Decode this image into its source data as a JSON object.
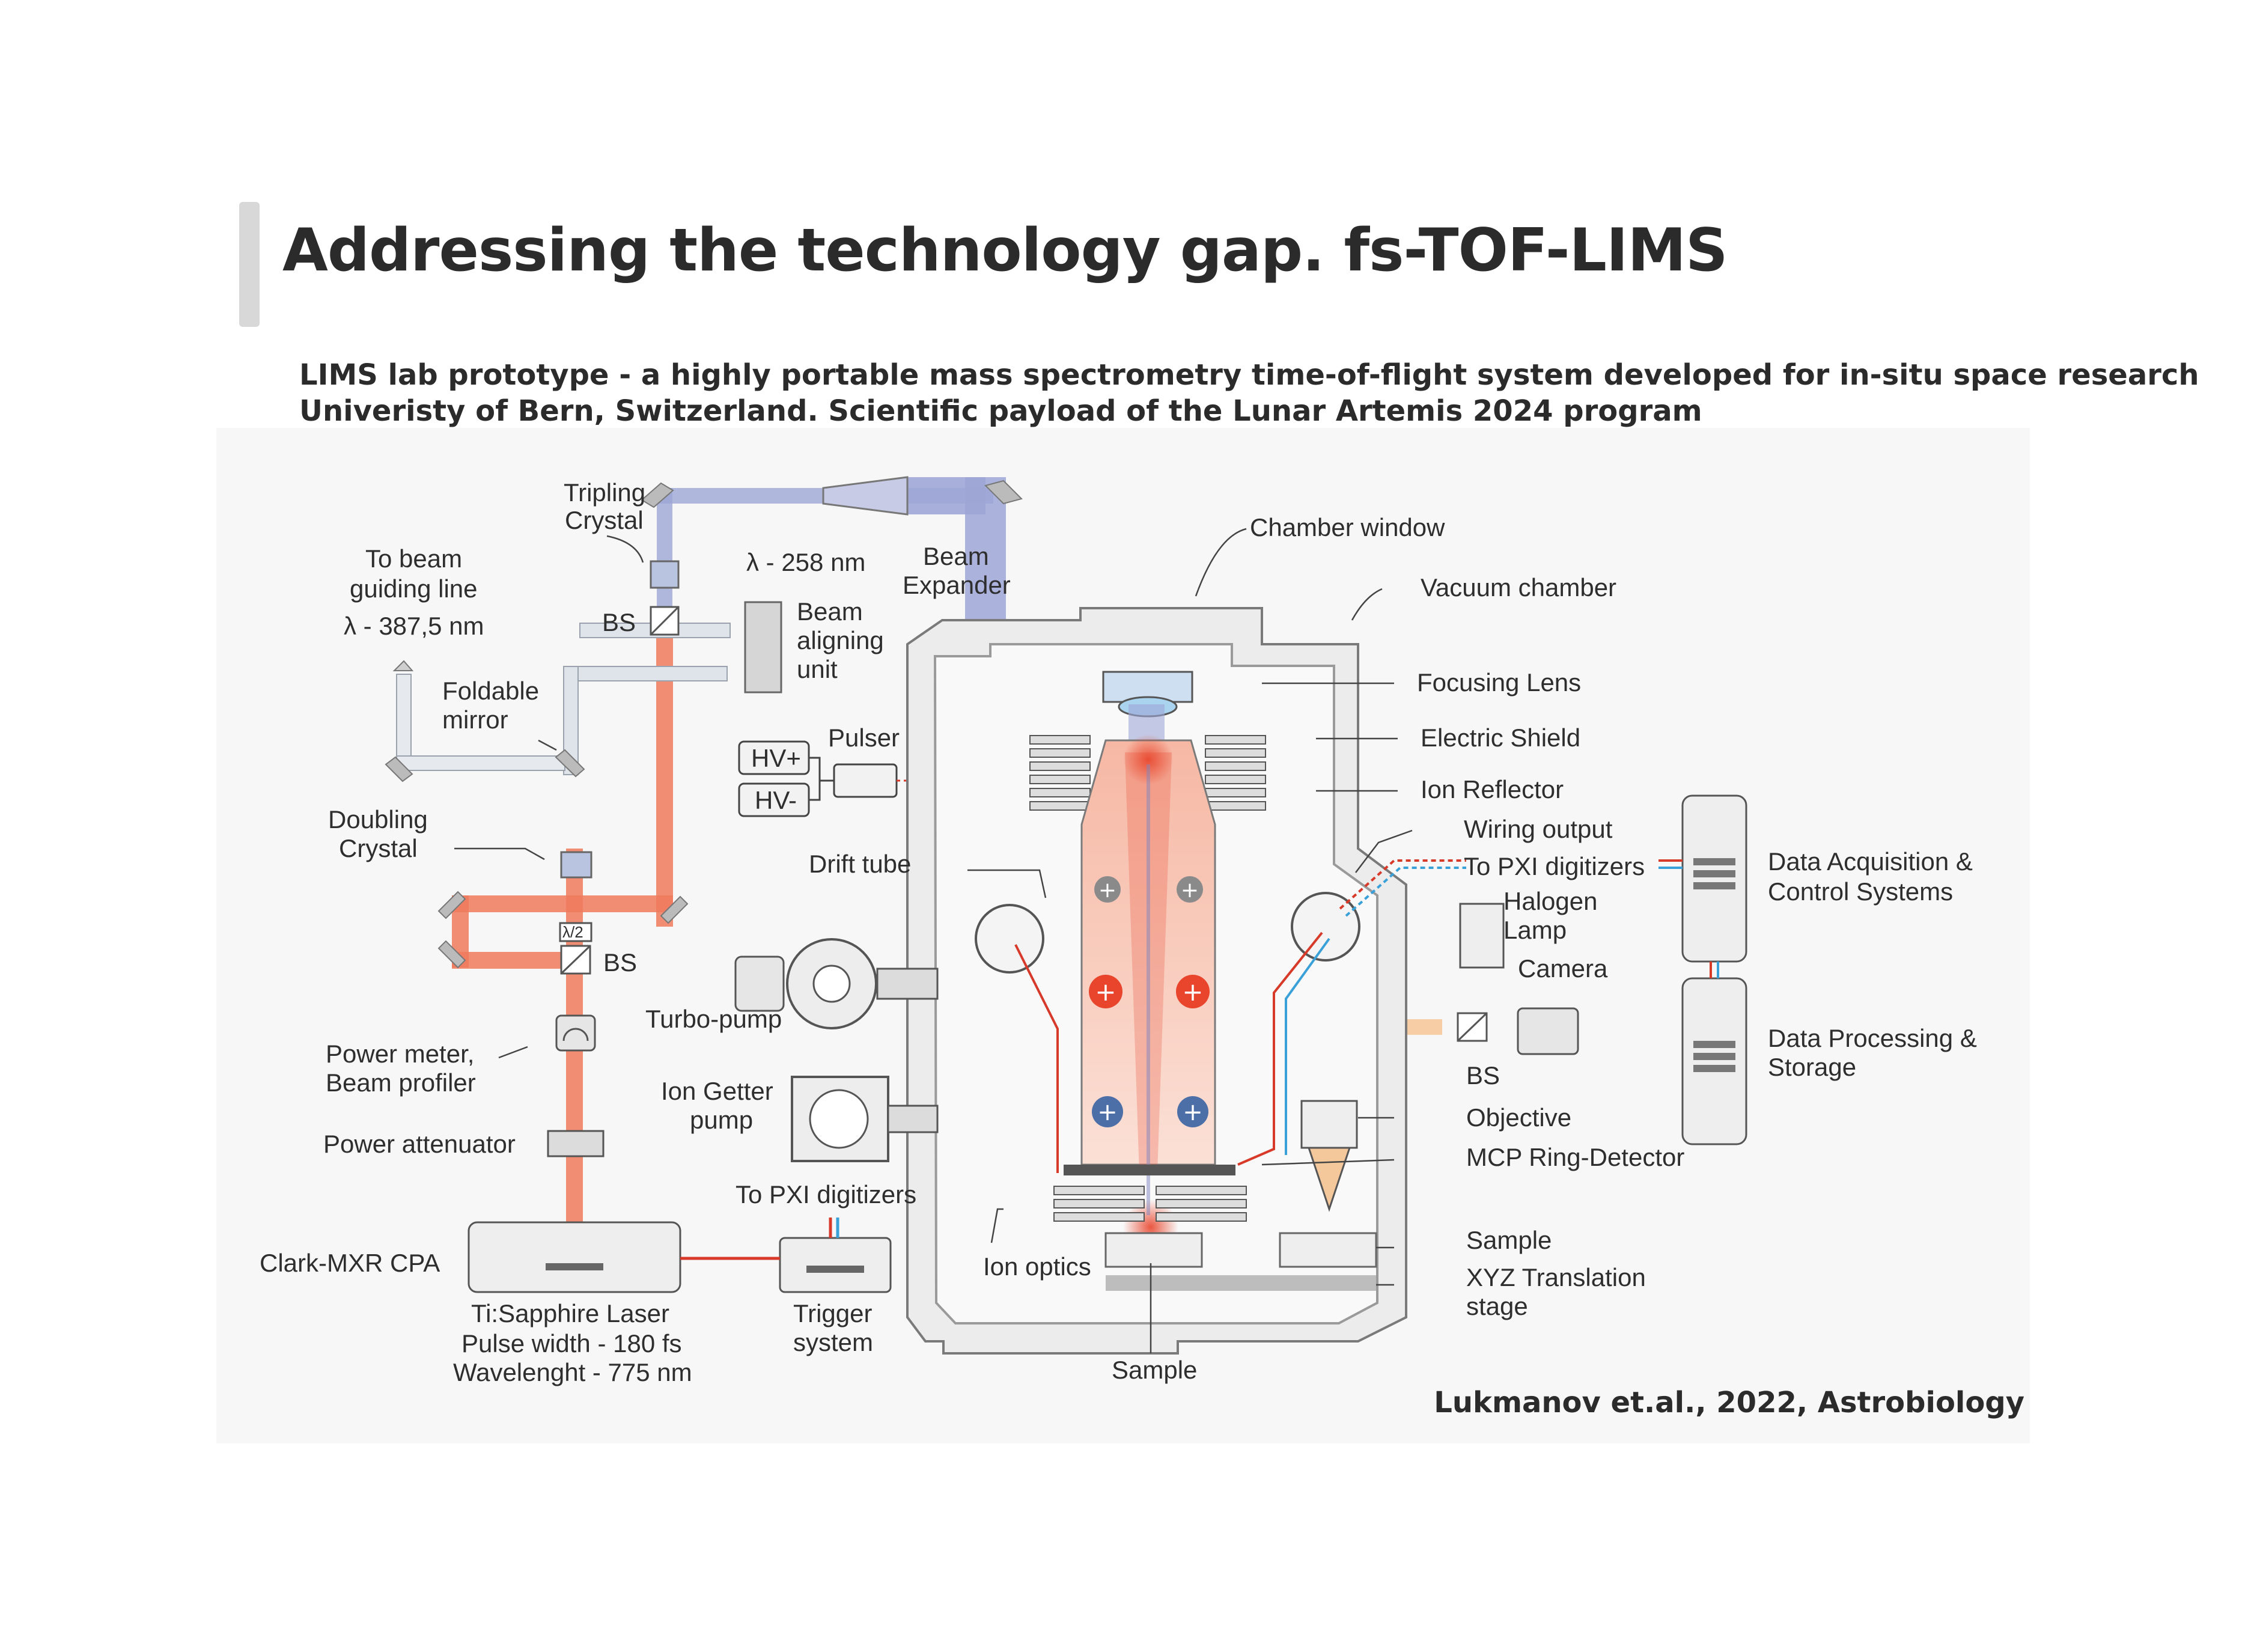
{
  "slide": {
    "title": "Addressing the technology gap. fs-TOF-LIMS",
    "subtitle_line1": "LIMS lab prototype - a highly portable mass spectrometry time-of-flight system developed for in-situ space research",
    "subtitle_line2": "Univeristy of Bern, Switzerland. Scientific payload of the Lunar Artemis 2024 program",
    "citation": "Lukmanov et.al., 2022, Astrobiology"
  },
  "colors": {
    "laser_red": "#f07a5c",
    "uv_beam": "#9ea6d6",
    "chamber_gray": "#d4d4d4",
    "ion_red": "#e8452c",
    "ion_blue": "#4d6fa8",
    "signal_blue": "#3aa0d8"
  },
  "diagram": {
    "labels": {
      "tripling_crystal_1": "Tripling",
      "tripling_crystal_2": "Crystal",
      "to_beam_1": "To beam",
      "to_beam_2": "guiding line",
      "lambda_387": "λ - 387,5 nm",
      "bs_top": "BS",
      "lambda_258": "λ - 258 nm",
      "beam_expander_1": "Beam",
      "beam_expander_2": "Expander",
      "beam_aligning_1": "Beam",
      "beam_aligning_2": "aligning",
      "beam_aligning_3": "unit",
      "chamber_window": "Chamber window",
      "vacuum_chamber": "Vacuum chamber",
      "foldable_mirror_1": "Foldable",
      "foldable_mirror_2": "mirror",
      "focusing_lens": "Focusing Lens",
      "pulser": "Pulser",
      "hv_plus": "HV+",
      "hv_minus": "HV-",
      "electric_shield": "Electric Shield",
      "ion_reflector": "Ion Reflector",
      "doubling_crystal_1": "Doubling",
      "doubling_crystal_2": "Crystal",
      "wiring_output": "Wiring output",
      "drift_tube": "Drift tube",
      "to_pxi_right": "To PXI digitizers",
      "data_acq_1": "Data Acquisition &",
      "data_acq_2": "Control Systems",
      "lambda_half": "λ/2",
      "halogen_1": "Halogen",
      "halogen_2": "Lamp",
      "bs_mid": "BS",
      "camera": "Camera",
      "turbo_pump": "Turbo-pump",
      "data_proc_1": "Data Processing &",
      "data_proc_2": "Storage",
      "power_meter_1": "Power meter,",
      "power_meter_2": "Beam profiler",
      "bs_right": "BS",
      "ion_getter_1": "Ion Getter",
      "ion_getter_2": "pump",
      "objective": "Objective",
      "power_attenuator": "Power attenuator",
      "mcp": "MCP Ring-Detector",
      "to_pxi_bottom": "To PXI digitizers",
      "clark_mxr": "Clark-MXR CPA",
      "sample_right": "Sample",
      "ion_optics": "Ion optics",
      "xyz_1": "XYZ Translation",
      "xyz_2": "stage",
      "ti_sapphire_1": "Ti:Sapphire Laser",
      "ti_sapphire_2": "Pulse width - 180 fs",
      "ti_sapphire_3": "Wavelenght - 775 nm",
      "trigger_1": "Trigger",
      "trigger_2": "system",
      "sample_bottom": "Sample"
    }
  }
}
